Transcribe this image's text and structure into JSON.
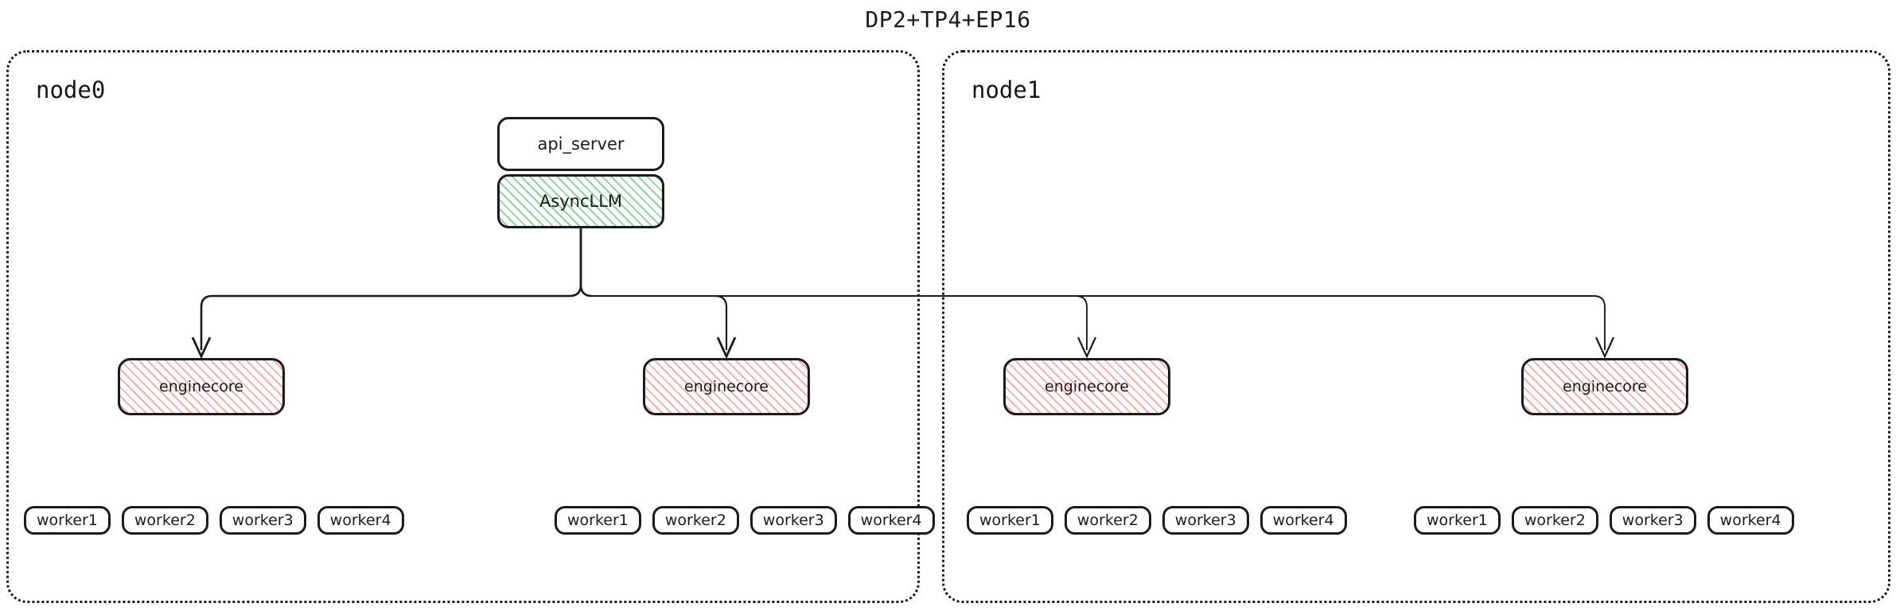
{
  "title": "DP2+TP4+EP16",
  "colors": {
    "stroke": "#1b1b1b",
    "async_hatch": "#8bd69a",
    "engine_hatch": "#f3b0a8",
    "background": "#ffffff"
  },
  "nodes": [
    {
      "label": "node0",
      "engines": [
        {
          "label": "enginecore",
          "workers": [
            "worker1",
            "worker2",
            "worker3",
            "worker4"
          ]
        },
        {
          "label": "enginecore",
          "workers": [
            "worker1",
            "worker2",
            "worker3",
            "worker4"
          ]
        }
      ]
    },
    {
      "label": "node1",
      "engines": [
        {
          "label": "enginecore",
          "workers": [
            "worker1",
            "worker2",
            "worker3",
            "worker4"
          ]
        },
        {
          "label": "enginecore",
          "workers": [
            "worker1",
            "worker2",
            "worker3",
            "worker4"
          ]
        }
      ]
    }
  ],
  "frontend": {
    "api_server": "api_server",
    "async_llm": "AsyncLLM"
  }
}
